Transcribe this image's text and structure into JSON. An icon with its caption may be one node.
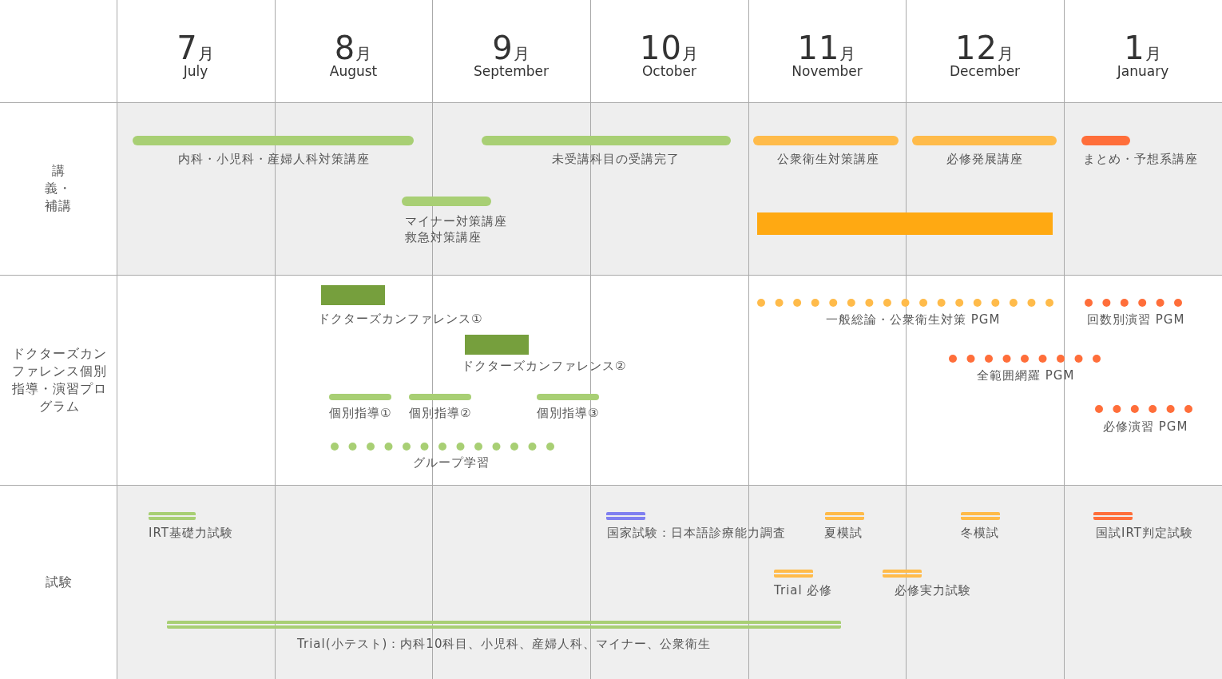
{
  "diagram": {
    "nodes": [
      {
        "text": [],
        "shape": "bar",
        "beside": [
          "内科・小児科・産婦人科対策講座"
        ]
      },
      {
        "text": [],
        "shape": "bar",
        "beside": [
          "未受講科目の受講完了"
        ]
      },
      {
        "text": [],
        "shape": "bar",
        "beside": [
          "公衆衛生対策講座"
        ]
      },
      {
        "text": [],
        "shape": "bar",
        "beside": [
          "必修発展講座"
        ]
      },
      {
        "text": [],
        "shape": "bar",
        "beside": [
          "まとめ・予想系講座"
        ]
      },
      {
        "text": [],
        "shape": "bar",
        "beside": [
          "マイナー対策講座救急対策講座"
        ]
      },
      {
        "text": [],
        "shape": "bar"
      },
      {
        "text": [],
        "shape": "box",
        "beside": [
          "ドクターズカンファレンス①"
        ]
      },
      {
        "text": [],
        "shape": "box",
        "beside": [
          "ドクターズカンファレンス②"
        ]
      },
      {
        "text": [],
        "shape": "bar",
        "beside": [
          "個別指導①"
        ]
      },
      {
        "text": [],
        "shape": "bar",
        "beside": [
          "個別指導②"
        ]
      },
      {
        "text": [],
        "shape": "bar",
        "beside": [
          "個別指導③"
        ]
      },
      {
        "text": [],
        "shape": "dots",
        "beside": [
          "グループ学習"
        ]
      },
      {
        "text": [],
        "shape": "dots",
        "beside": [
          "一般総論・公衆衛生対策 PGM"
        ]
      },
      {
        "text": [],
        "shape": "dots",
        "beside": [
          "回数別演習 PGM"
        ]
      },
      {
        "text": [],
        "shape": "dots",
        "beside": [
          "全範囲網羅 PGM"
        ]
      },
      {
        "text": [],
        "shape": "dots",
        "beside": [
          "必修演習 PGM"
        ]
      },
      {
        "text": [],
        "shape": "lines",
        "beside": [
          "IRT基礎力試験"
        ]
      },
      {
        "text": [],
        "shape": "lines",
        "beside": [
          "国家試験：日本語診療能力調査"
        ]
      },
      {
        "text": [],
        "shape": "lines",
        "beside": [
          "夏模試"
        ]
      },
      {
        "text": [],
        "shape": "lines",
        "beside": [
          "冬模試"
        ]
      },
      {
        "text": [],
        "shape": "lines",
        "beside": [
          "国試IRT判定試験"
        ]
      },
      {
        "text": [],
        "shape": "lines",
        "beside": [
          "Trial 必修"
        ]
      },
      {
        "text": [],
        "shape": "lines",
        "beside": [
          "必修実力試験"
        ]
      },
      {
        "text": [],
        "shape": "lines",
        "beside": [
          "Trial(小テスト)：内科10科目、小児科、産婦人科、マイナー、公衆衛生"
        ]
      }
    ],
    "edges": [],
    "labels": [
      "7月",
      "July",
      "8月",
      "August",
      "9月",
      "September",
      "10月",
      "October",
      "11月",
      "November",
      "12月",
      "December",
      "1月",
      "January",
      "講義・補講",
      "ドクターズカンファレンス個別指導・演習プログラム",
      "試験"
    ]
  }
}
